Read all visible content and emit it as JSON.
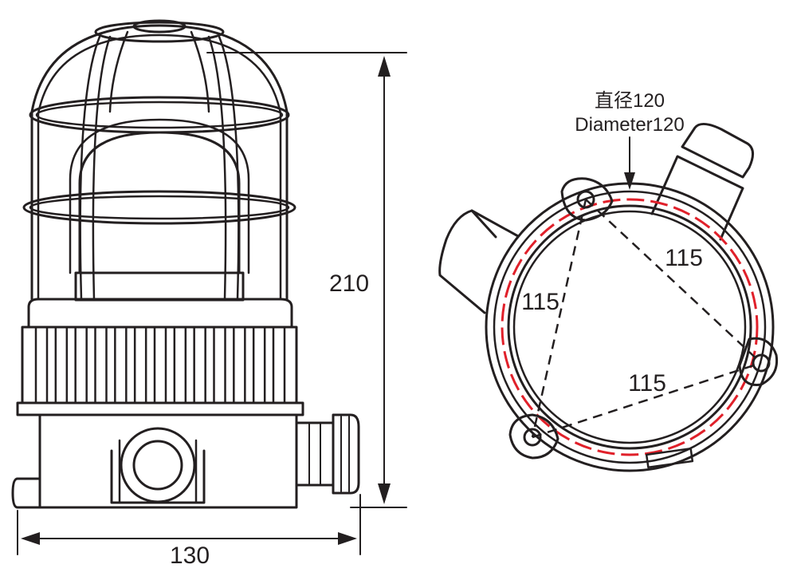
{
  "side_view": {
    "height_label": "210",
    "width_label": "130"
  },
  "top_view": {
    "diameter_label_cn": "直径120",
    "diameter_label_en": "Diameter120",
    "hole_spacing_labels": [
      "115",
      "115",
      "115"
    ]
  },
  "colors": {
    "line": "#231f20",
    "highlight_circle": "#e0202a",
    "background": "#ffffff"
  }
}
